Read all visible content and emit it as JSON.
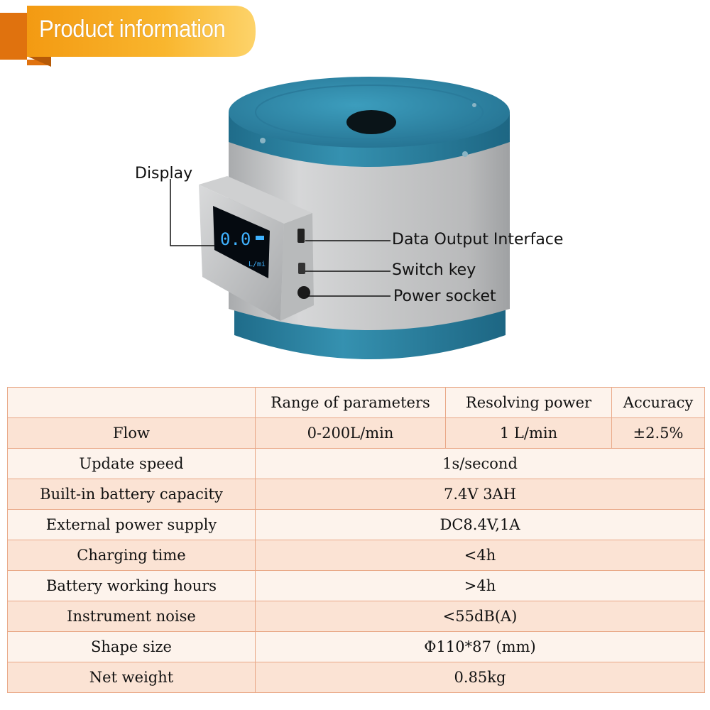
{
  "header": {
    "title": "Product information"
  },
  "callouts": {
    "display": "Display",
    "data_output": "Data Output Interface",
    "switch_key": "Switch key",
    "power_socket": "Power socket"
  },
  "screen": {
    "reading": "0.0",
    "unit": "L/mi"
  },
  "table": {
    "columns": [
      "",
      "Range of parameters",
      "Resolving power",
      "Accuracy"
    ],
    "flow": {
      "label": "Flow",
      "range": "0-200L/min",
      "resolution": "1 L/min",
      "accuracy": "±2.5%"
    },
    "rows": [
      {
        "label": "Update speed",
        "value": "1s/second"
      },
      {
        "label": "Built-in battery capacity",
        "value": "7.4V 3AH"
      },
      {
        "label": "External power supply",
        "value": "DC8.4V,1A"
      },
      {
        "label": "Charging time",
        "value": "<4h"
      },
      {
        "label": "Battery working hours",
        "value": ">4h"
      },
      {
        "label": "Instrument noise",
        "value": "<55dB(A)"
      },
      {
        "label": "Shape size",
        "value": "Φ110*87 (mm)"
      },
      {
        "label": "Net weight",
        "value": "0.85kg"
      }
    ]
  },
  "colors": {
    "banner_orange": "#f7a21b",
    "banner_yellow": "#fdd36a",
    "cap_teal": "#2f86a6",
    "body_silver": "#c9cacc",
    "table_border": "#e9a887",
    "row_light": "#fdf3ec",
    "row_dark": "#fbe3d4"
  }
}
